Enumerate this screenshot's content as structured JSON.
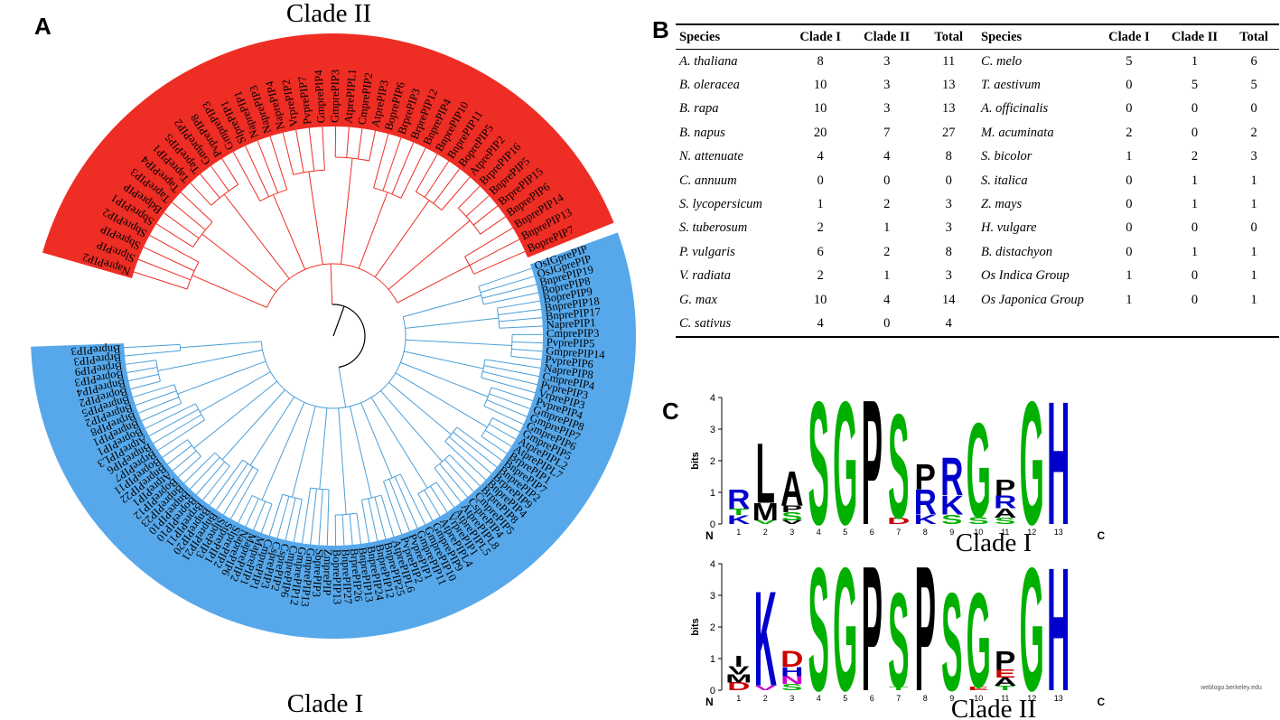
{
  "panels": {
    "a": "A",
    "b": "B",
    "c": "C"
  },
  "colors": {
    "clade_ii": "#ee2d24",
    "clade_i": "#56a8ea",
    "clade_ii_branch": "#ee2d24",
    "clade_i_branch": "#4b9ed8"
  },
  "tree": {
    "clade_ii_title": "Clade II",
    "clade_i_title": "Clade I",
    "clade_ii_leaves": [
      "NaprePIP2",
      "SlprePIP",
      "SbprePIP",
      "SbprePIP2",
      "SbprePIP1",
      "BdprePIP",
      "TaprePIP3",
      "TaprePIP4",
      "TaprePIP1",
      "TaprePIP5",
      "GmprePIP2",
      "PvprePIP8",
      "GmprePIP3",
      "SlprePIP1",
      "NaprePIP1",
      "NaprePIP3",
      "NaprePIP4",
      "VrprePIP2",
      "PvprePIP7",
      "GmprePIP4",
      "GmprePIP3",
      "AtprePIPL1",
      "CmprePIP2",
      "AtprePIP3",
      "BoprePIP6",
      "BrprePIP3",
      "BrprePIP12",
      "BnprePIP4",
      "BnprePIP10",
      "BnprePIP11",
      "BoprePIP5",
      "AtprePIP2",
      "BrprePIP16",
      "BnprePIP5",
      "BrprePIP15",
      "BnprePIP6",
      "BnprePIP14",
      "BnprePIP13",
      "BoprePIP7"
    ],
    "clade_i_leaves": [
      "OsIGprePIP",
      "OsJGprePIP",
      "BnprePIP19",
      "BoprePIP8",
      "BoprePIP9",
      "BnprePIP18",
      "BnprePIP17",
      "NaprePIP1",
      "CmprePIP3",
      "PvprePIP5",
      "GmprePIP14",
      "PvprePIP6",
      "NaprePIP8",
      "CmprePIP4",
      "PvprePIP3",
      "VrprePIP3",
      "PvprePIP4",
      "GmprePIP8",
      "GmprePIP7",
      "GmprePIP6",
      "GmprePIP5",
      "AtprePIPL2",
      "AtprePIPL7",
      "BrprePIP1",
      "BnprePIP7",
      "BnprePIP2",
      "BrprePIP9",
      "BnprePIP4",
      "BrprePIP8",
      "CmprePIP5",
      "CsprePIP4",
      "AtprePIPL8",
      "AtprePIPL5",
      "VrprePIP1",
      "AtprePIPL4",
      "GmprePIP9",
      "GmprePIP10",
      "GmprePIP11",
      "PvprePIP1",
      "PvprePIP2",
      "AtprePIPL6",
      "BnprePIP25",
      "BnprePIP12",
      "BnprePIP24",
      "BnprePIP13",
      "BrprePIP26",
      "BnprePIP27",
      "BoprePIP13",
      "ZmprePIP",
      "SbprePIP3",
      "GmprePIP13",
      "GmprePIP12",
      "CmprePIP6",
      "CsprePIP2",
      "CsprePIP3",
      "CmprePIP1",
      "MaprePIP1",
      "MaprePIP2",
      "NaprePIP6",
      "SlprePIP2",
      "StprePIP1",
      "SlprePIP3",
      "BnprePIP21",
      "BnprePIP20",
      "BrprePIP11",
      "BoprePIP10",
      "BnprePIP10",
      "BnprePIP23",
      "BoprePIP12",
      "AtprePIP1",
      "BnprePIP22",
      "BoprePIP11",
      "BrprePIP7",
      "BnprePIP6",
      "AtprePIPL3",
      "BoprePIP1",
      "BnprePIP1",
      "BrprePIP8",
      "BnprePIP2",
      "BnprePIP5",
      "BoprePIP2",
      "BnprePIP4",
      "BoprePIP3",
      "BrprePIP9",
      "BrprePIP3",
      "BnprePIP3"
    ]
  },
  "table": {
    "headers": [
      "Species",
      "Clade I",
      "Clade II",
      "Total",
      "Species",
      "Clade I",
      "Clade II",
      "Total"
    ],
    "rows": [
      [
        "A. thaliana",
        "8",
        "3",
        "11",
        "C. melo",
        "5",
        "1",
        "6"
      ],
      [
        "B. oleracea",
        "10",
        "3",
        "13",
        "T. aestivum",
        "0",
        "5",
        "5"
      ],
      [
        "B. rapa",
        "10",
        "3",
        "13",
        "A. officinalis",
        "0",
        "0",
        "0"
      ],
      [
        "B. napus",
        "20",
        "7",
        "27",
        "M. acuminata",
        "2",
        "0",
        "2"
      ],
      [
        "N. attenuate",
        "4",
        "4",
        "8",
        "S. bicolor",
        "1",
        "2",
        "3"
      ],
      [
        "C. annuum",
        "0",
        "0",
        "0",
        "S. italica",
        "0",
        "1",
        "1"
      ],
      [
        "S. lycopersicum",
        "1",
        "2",
        "3",
        "Z. mays",
        "0",
        "1",
        "1"
      ],
      [
        "S. tuberosum",
        "2",
        "1",
        "3",
        "H. vulgare",
        "0",
        "0",
        "0"
      ],
      [
        "P. vulgaris",
        "6",
        "2",
        "8",
        "B. distachyon",
        "0",
        "1",
        "1"
      ],
      [
        "V. radiata",
        "2",
        "1",
        "3",
        "Os Indica Group",
        "1",
        "0",
        "1"
      ],
      [
        "G. max",
        "10",
        "4",
        "14",
        "Os Japonica Group",
        "1",
        "0",
        "1"
      ],
      [
        "C. sativus",
        "4",
        "0",
        "4",
        "",
        "",
        " ",
        ""
      ]
    ]
  },
  "logos": {
    "ylabel": "bits",
    "n_label": "N",
    "c_label": "C",
    "credit": "weblogo.berkeley.edu",
    "yticks": [
      "0",
      "1",
      "2",
      "3",
      "4"
    ],
    "positions": [
      "1",
      "2",
      "3",
      "4",
      "5",
      "6",
      "7",
      "8",
      "9",
      "10",
      "11",
      "12",
      "13"
    ],
    "clade_i_title": "Clade I",
    "clade_ii_title": "Clade II",
    "clade_i": [
      [
        [
          "K",
          0.28,
          "#0000cc"
        ],
        [
          "T",
          0.2,
          "#00b000"
        ],
        [
          "R",
          0.62,
          "#0000cc"
        ]
      ],
      [
        [
          "V",
          0.12,
          "#00b000"
        ],
        [
          "M",
          0.55,
          "#000000"
        ],
        [
          "L",
          1.9,
          "#000000"
        ]
      ],
      [
        [
          "V",
          0.12,
          "#000000"
        ],
        [
          "S",
          0.25,
          "#00b000"
        ],
        [
          "P",
          0.22,
          "#000000"
        ],
        [
          "A",
          1.1,
          "#000000"
        ]
      ],
      [
        [
          "S",
          3.9,
          "#00b000"
        ]
      ],
      [
        [
          "G",
          3.9,
          "#00b000"
        ]
      ],
      [
        [
          "P",
          3.95,
          "#000000"
        ]
      ],
      [
        [
          "D",
          0.2,
          "#cc0000"
        ],
        [
          "S",
          3.3,
          "#00b000"
        ]
      ],
      [
        [
          "K",
          0.3,
          "#0000cc"
        ],
        [
          "R",
          0.8,
          "#0000cc"
        ],
        [
          "P",
          0.8,
          "#000000"
        ]
      ],
      [
        [
          "S",
          0.3,
          "#00b000"
        ],
        [
          "K",
          0.6,
          "#0000cc"
        ],
        [
          "R",
          1.2,
          "#0000cc"
        ]
      ],
      [
        [
          "S",
          0.22,
          "#00b000"
        ],
        [
          "G",
          3.0,
          "#00b000"
        ]
      ],
      [
        [
          "S",
          0.2,
          "#00b000"
        ],
        [
          "A",
          0.3,
          "#000000"
        ],
        [
          "R",
          0.4,
          "#0000cc"
        ],
        [
          "P",
          0.5,
          "#000000"
        ]
      ],
      [
        [
          "G",
          3.9,
          "#00b000"
        ]
      ],
      [
        [
          "H",
          3.9,
          "#0000cc"
        ]
      ]
    ],
    "clade_ii": [
      [
        [
          "D",
          0.25,
          "#cc0000"
        ],
        [
          "M",
          0.25,
          "#000000"
        ],
        [
          "V",
          0.25,
          "#000000"
        ],
        [
          "I",
          0.35,
          "#000000"
        ]
      ],
      [
        [
          "V",
          0.15,
          "#cc00cc"
        ],
        [
          "K",
          3.0,
          "#0000cc"
        ]
      ],
      [
        [
          "S",
          0.2,
          "#00b000"
        ],
        [
          "N",
          0.25,
          "#cc00cc"
        ],
        [
          "H",
          0.3,
          "#0000cc"
        ],
        [
          "D",
          0.5,
          "#cc0000"
        ]
      ],
      [
        [
          "S",
          3.9,
          "#00b000"
        ]
      ],
      [
        [
          "G",
          3.9,
          "#00b000"
        ]
      ],
      [
        [
          "P",
          3.95,
          "#000000"
        ]
      ],
      [
        [
          "T",
          0.1,
          "#00b000"
        ],
        [
          "S",
          3.0,
          "#00b000"
        ]
      ],
      [
        [
          "P",
          3.95,
          "#000000"
        ]
      ],
      [
        [
          "S",
          3.1,
          "#00b000"
        ]
      ],
      [
        [
          "E",
          0.1,
          "#cc0000"
        ],
        [
          "G",
          3.0,
          "#00b000"
        ]
      ],
      [
        [
          "T",
          0.15,
          "#00b000"
        ],
        [
          "A",
          0.25,
          "#000000"
        ],
        [
          "E",
          0.25,
          "#cc0000"
        ],
        [
          "P",
          0.6,
          "#000000"
        ]
      ],
      [
        [
          "G",
          3.9,
          "#00b000"
        ]
      ],
      [
        [
          "H",
          3.9,
          "#0000cc"
        ]
      ]
    ]
  }
}
